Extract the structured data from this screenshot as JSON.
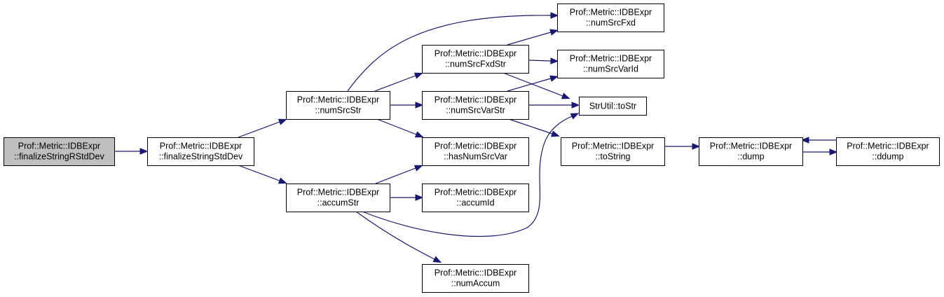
{
  "diagram": {
    "type": "call-graph",
    "colors": {
      "edge": "#191970",
      "node_fill": "#ffffff",
      "root_fill": "#bfbfbf",
      "node_border": "#000000"
    },
    "nodes": [
      {
        "id": "finalizeStringRStdDev",
        "line1": "Prof::Metric::IDBExpr",
        "line2": "::finalizeStringRStdDev",
        "root": true
      },
      {
        "id": "finalizeStringStdDev",
        "line1": "Prof::Metric::IDBExpr",
        "line2": "::finalizeStringStdDev"
      },
      {
        "id": "numSrcStr",
        "line1": "Prof::Metric::IDBExpr",
        "line2": "::numSrcStr"
      },
      {
        "id": "accumStr",
        "line1": "Prof::Metric::IDBExpr",
        "line2": "::accumStr"
      },
      {
        "id": "numSrcFxd",
        "line1": "Prof::Metric::IDBExpr",
        "line2": "::numSrcFxd"
      },
      {
        "id": "numSrcFxdStr",
        "line1": "Prof::Metric::IDBExpr",
        "line2": "::numSrcFxdStr"
      },
      {
        "id": "numSrcVarId",
        "line1": "Prof::Metric::IDBExpr",
        "line2": "::numSrcVarId"
      },
      {
        "id": "numSrcVarStr",
        "line1": "Prof::Metric::IDBExpr",
        "line2": "::numSrcVarStr"
      },
      {
        "id": "toStr",
        "line1": "StrUtil::toStr",
        "line2": ""
      },
      {
        "id": "hasNumSrcVar",
        "line1": "Prof::Metric::IDBExpr",
        "line2": "::hasNumSrcVar"
      },
      {
        "id": "toString",
        "line1": "Prof::Metric::IDBExpr",
        "line2": "::toString"
      },
      {
        "id": "dump",
        "line1": "Prof::Metric::IDBExpr",
        "line2": "::dump"
      },
      {
        "id": "ddump",
        "line1": "Prof::Metric::IDBExpr",
        "line2": "::ddump"
      },
      {
        "id": "accumId",
        "line1": "Prof::Metric::IDBExpr",
        "line2": "::accumId"
      },
      {
        "id": "numAccum",
        "line1": "Prof::Metric::IDBExpr",
        "line2": "::numAccum"
      }
    ],
    "edges": [
      {
        "from": "finalizeStringRStdDev",
        "to": "finalizeStringStdDev"
      },
      {
        "from": "finalizeStringStdDev",
        "to": "numSrcStr"
      },
      {
        "from": "finalizeStringStdDev",
        "to": "accumStr"
      },
      {
        "from": "numSrcStr",
        "to": "numSrcFxd"
      },
      {
        "from": "numSrcStr",
        "to": "numSrcFxdStr"
      },
      {
        "from": "numSrcStr",
        "to": "numSrcVarStr"
      },
      {
        "from": "numSrcStr",
        "to": "hasNumSrcVar"
      },
      {
        "from": "numSrcFxdStr",
        "to": "numSrcFxd"
      },
      {
        "from": "numSrcFxdStr",
        "to": "numSrcVarId"
      },
      {
        "from": "numSrcFxdStr",
        "to": "toStr"
      },
      {
        "from": "numSrcVarStr",
        "to": "numSrcVarId"
      },
      {
        "from": "numSrcVarStr",
        "to": "toStr"
      },
      {
        "from": "numSrcVarStr",
        "to": "toString"
      },
      {
        "from": "accumStr",
        "to": "hasNumSrcVar"
      },
      {
        "from": "accumStr",
        "to": "accumId"
      },
      {
        "from": "accumStr",
        "to": "toStr"
      },
      {
        "from": "accumStr",
        "to": "numAccum"
      },
      {
        "from": "toString",
        "to": "dump"
      },
      {
        "from": "dump",
        "to": "ddump"
      },
      {
        "from": "ddump",
        "to": "dump"
      }
    ]
  }
}
